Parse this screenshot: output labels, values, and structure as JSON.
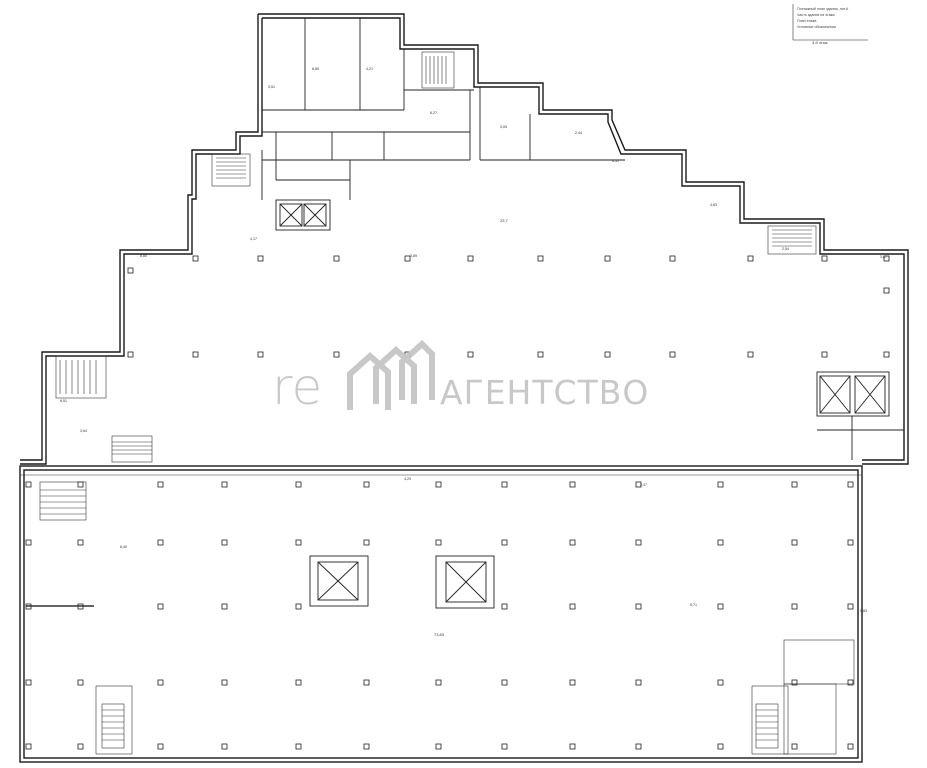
{
  "plan": {
    "floor_label": "3-й этаж",
    "title_lines": [
      "Поэтажный план здания, лит.А",
      "Часть здания на этаже",
      "План этажа",
      "Условные обозначения"
    ],
    "area_upper_hall": "23,7",
    "area_lower_hall": "73,83"
  },
  "watermark": {
    "brand_short": "re",
    "brand_name": "АГЕНТСТВО",
    "color": "#c8c8c8"
  },
  "dimension_labels": [
    "3,51",
    "8,80",
    "4,21",
    "6,27",
    "3,05",
    "2,44",
    "6,31",
    "4,83",
    "2,54",
    "4,17",
    "8,80",
    "3,89",
    "3,87",
    "6,51",
    "3,64",
    "4,29",
    "2,47",
    "6,40",
    "5,71",
    "5,83"
  ],
  "icons": {
    "elevator": "elevator-shaft-icon",
    "stairs": "staircase-icon",
    "column": "column-square-icon"
  }
}
